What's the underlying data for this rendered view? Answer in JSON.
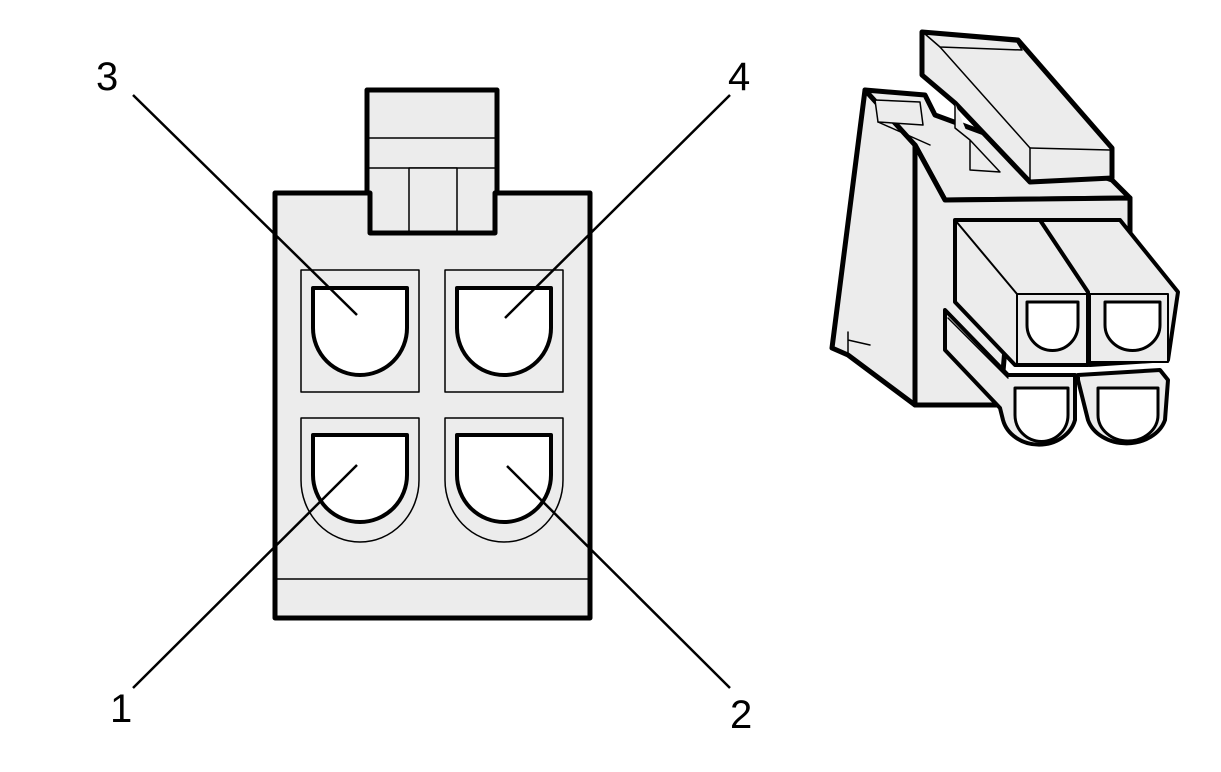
{
  "diagram": {
    "pin_labels": {
      "pin1": "1",
      "pin2": "2",
      "pin3": "3",
      "pin4": "4"
    },
    "colors": {
      "outline": "#000000",
      "body_fill": "#ececec",
      "terminal_fill": "#ffffff"
    }
  }
}
